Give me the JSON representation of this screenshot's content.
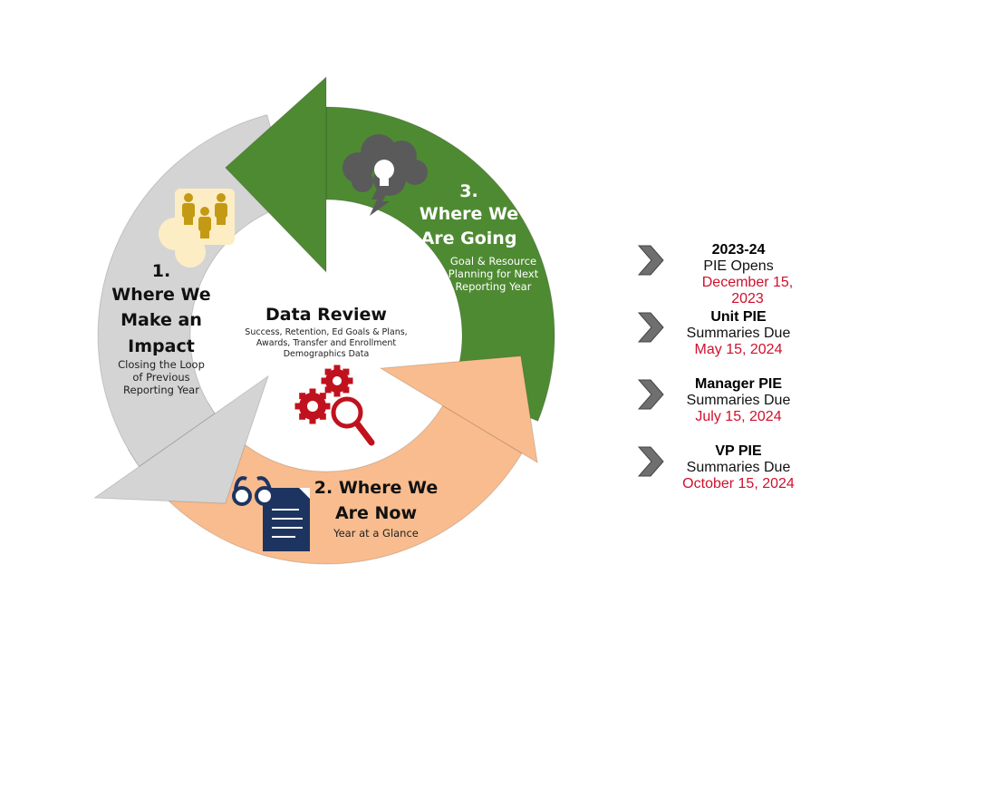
{
  "diagram": {
    "center": {
      "title": "Data Review",
      "subtitle": "Success, Retention, Ed Goals & Plans, Awards, Transfer and Enrollment Demographics Data"
    },
    "stages": [
      {
        "number": "1.",
        "title": "Where We Make an Impact",
        "subtitle": "Closing the Loop of Previous Reporting Year",
        "color": "#d4d4d4",
        "icon": "people-icon"
      },
      {
        "number": "2.",
        "title": "Where We Are Now",
        "subtitle": "Year at a Glance",
        "color": "#f8bc8e",
        "icon": "glasses-document-icon"
      },
      {
        "number": "3.",
        "title": "Where We Are Going",
        "subtitle": "Goal & Resource Planning for Next Reporting Year",
        "color": "#4e8a32",
        "icon": "cloud-lightbulb-icon"
      }
    ],
    "stage2_heading": "2. Where We Are Now"
  },
  "timeline": [
    {
      "title": "2023-24",
      "line": "PIE Opens",
      "date": "December 15, 2023"
    },
    {
      "title": "Unit PIE",
      "line": "Summaries Due",
      "date": "May 15, 2024"
    },
    {
      "title": "Manager PIE",
      "line": "Summaries Due",
      "date": "July 15, 2024"
    },
    {
      "title": "VP PIE",
      "line": "Summaries Due",
      "date": "October 15, 2024"
    }
  ]
}
